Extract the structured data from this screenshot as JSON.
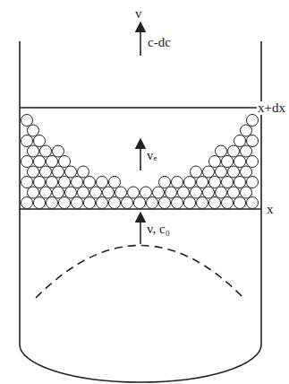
{
  "diagram": {
    "labels": [
      "v",
      "c-dc",
      "x+dx",
      "vₑ",
      "x",
      "v, c₀"
    ]
  }
}
